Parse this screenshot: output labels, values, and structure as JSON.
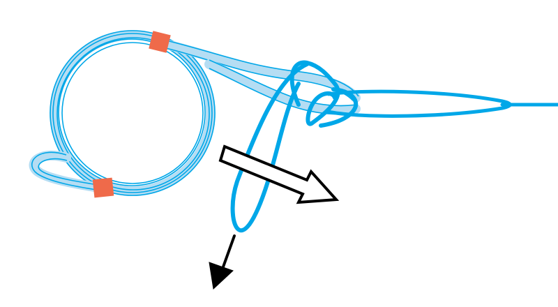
{
  "diagram": {
    "kind": "knot-tying-step",
    "elements": [
      "wire-coil",
      "tag-end-loop",
      "main-line",
      "line-loop",
      "pull-arrow-right",
      "pull-arrow-down",
      "coil-band-top",
      "coil-band-bottom"
    ],
    "colors": {
      "line": "#00a7e8",
      "coil_fill": "#b5ddf3",
      "coil_stroke": "#00a7e8",
      "band": "#ef6a4a",
      "arrow": "#000000",
      "background": "#ffffff"
    }
  }
}
